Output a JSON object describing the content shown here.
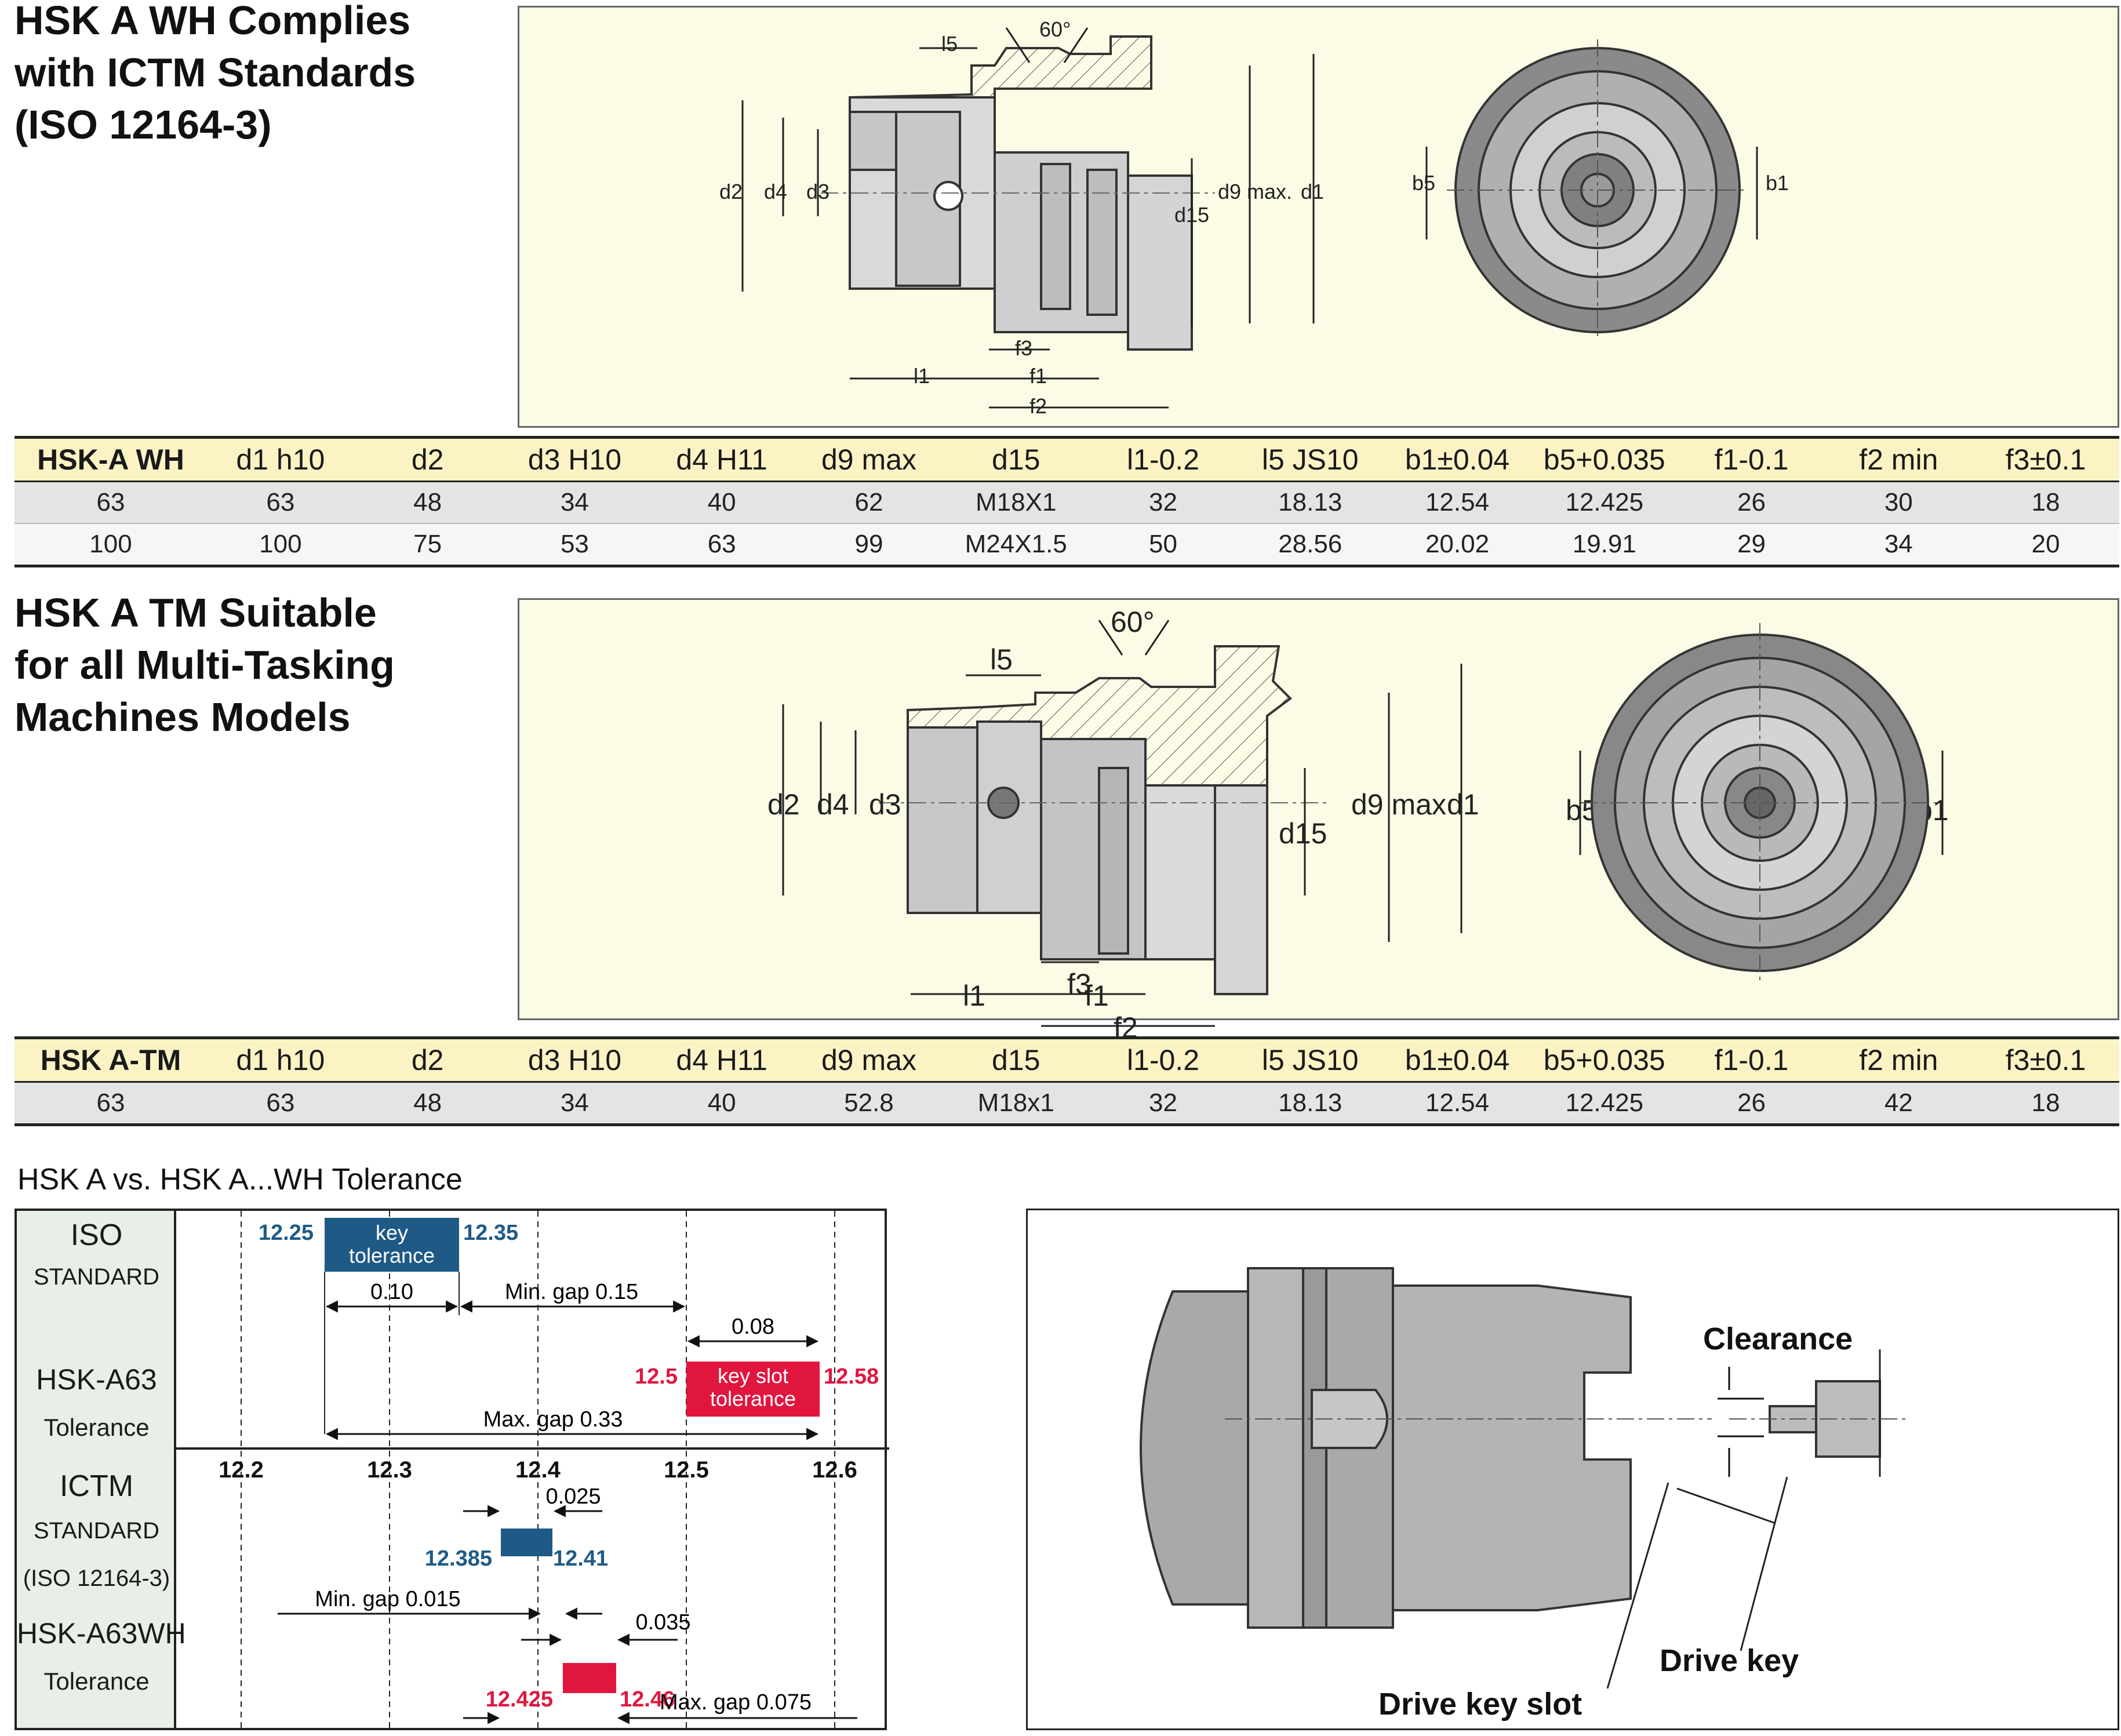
{
  "headings": {
    "wh": "HSK A WH Complies\nwith ICTM Standards\n(ISO 12164-3)",
    "tm": "HSK A TM Suitable\nfor all Multi-Tasking\nMachines Models"
  },
  "wh_drawing_labels": {
    "angle": "60°",
    "l5": "l5",
    "d2": "d2",
    "d4": "d4",
    "d3": "d3",
    "d15": "d15",
    "d9": "d9 max.",
    "d1": "d1",
    "f3": "f3",
    "f1": "f1",
    "l1": "l1",
    "f2": "f2",
    "b5": "b5",
    "b1": "b1"
  },
  "tm_drawing_labels": {
    "angle": "60°",
    "l5": "l5",
    "d2": "d2",
    "d4": "d4",
    "d3": "d3",
    "d15": "d15",
    "d9": "d9 max",
    "d1": "d1",
    "f3": "f3",
    "f1": "f1",
    "l1": "l1",
    "f2": "f2",
    "b5": "b5",
    "b1": "b1"
  },
  "table_wh": {
    "headers": [
      "HSK-A WH",
      "d1 h10",
      "d2",
      "d3 H10",
      "d4 H11",
      "d9 max",
      "d15",
      "l1-0.2",
      "l5 JS10",
      "b1±0.04",
      "b5+0.035",
      "f1-0.1",
      "f2 min",
      "f3±0.1"
    ],
    "rows": [
      [
        "63",
        "63",
        "48",
        "34",
        "40",
        "62",
        "M18X1",
        "32",
        "18.13",
        "12.54",
        "12.425",
        "26",
        "30",
        "18"
      ],
      [
        "100",
        "100",
        "75",
        "53",
        "63",
        "99",
        "M24X1.5",
        "50",
        "28.56",
        "20.02",
        "19.91",
        "29",
        "34",
        "20"
      ]
    ]
  },
  "table_tm": {
    "headers": [
      "HSK A-TM",
      "d1 h10",
      "d2",
      "d3 H10",
      "d4 H11",
      "d9 max",
      "d15",
      "l1-0.2",
      "l5 JS10",
      "b1±0.04",
      "b5+0.035",
      "f1-0.1",
      "f2 min",
      "f3±0.1"
    ],
    "rows": [
      [
        "63",
        "63",
        "48",
        "34",
        "40",
        "52.8",
        "M18x1",
        "32",
        "18.13",
        "12.54",
        "12.425",
        "26",
        "42",
        "18"
      ]
    ]
  },
  "tolerance": {
    "title": "HSK A vs. HSK A...WH Tolerance",
    "side": {
      "iso": "ISO",
      "iso_std": "STANDARD",
      "hska63": "HSK-A63",
      "hska63_tol": "Tolerance",
      "ictm": "ICTM",
      "ictm_std": "STANDARD",
      "ictm_iso": "(ISO 12164-3)",
      "hska63wh": "HSK-A63WH",
      "hska63wh_tol": "Tolerance"
    },
    "axis_ticks": [
      "12.2",
      "12.3",
      "12.4",
      "12.5",
      "12.6"
    ],
    "iso_key": {
      "label": "key\ntolerance",
      "low": "12.25",
      "high": "12.35"
    },
    "iso_key_span": "0.10",
    "iso_min_gap": "Min. gap 0.15",
    "a63_slot": {
      "label": "key slot\ntolerance",
      "low": "12.5",
      "high": "12.58"
    },
    "a63_slot_span": "0.08",
    "iso_max_gap": "Max. gap 0.33",
    "ictm_key": {
      "low": "12.385",
      "high": "12.41"
    },
    "ictm_key_span": "0.025",
    "ictm_min_gap": "Min. gap 0.015",
    "wh_slot": {
      "low": "12.425",
      "high": "12.46"
    },
    "wh_slot_span": "0.035",
    "ictm_max_gap": "Max. gap 0.075"
  },
  "key_diagram": {
    "clearance": "Clearance",
    "drive_key": "Drive key",
    "drive_key_slot": "Drive key slot"
  },
  "colors": {
    "panel_bg": "#fbfbe6",
    "header_bg": "#fbf3c4",
    "iso_blue": "#1f5a86",
    "key_red": "#e0163f",
    "side_bg": "#e8efe6",
    "part_gray": "#a9a9a9",
    "part_dark": "#6d6d6d"
  }
}
